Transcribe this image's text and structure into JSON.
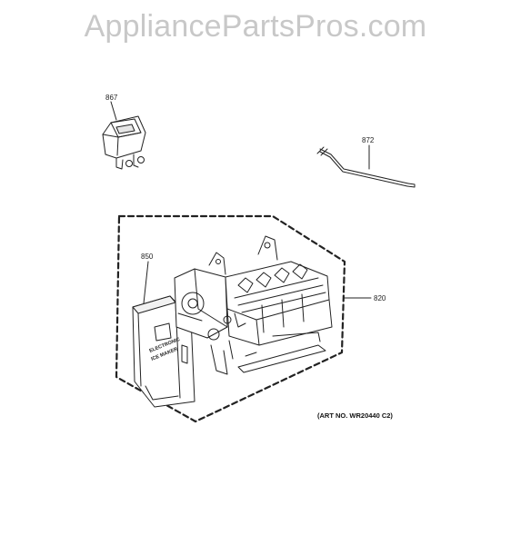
{
  "watermark": "AppliancePartsPros.com",
  "parts": [
    {
      "number": "867"
    },
    {
      "number": "872"
    },
    {
      "number": "850"
    },
    {
      "number": "820"
    }
  ],
  "module_label": {
    "line1": "ELECTRONIC",
    "line2": "ICE MAKER"
  },
  "art_number": "(ART NO. WR20440 C2)"
}
